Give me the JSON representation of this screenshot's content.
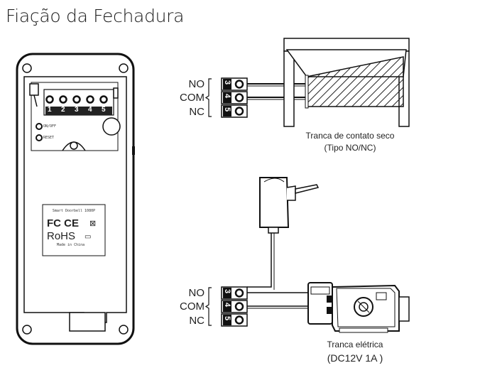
{
  "title": "Fiação da Fechadura",
  "device": {
    "terminal_numbers": [
      "1",
      "2",
      "3",
      "4",
      "5"
    ],
    "onoff_label": "ON/OFF",
    "reset_label": "RESET",
    "product_label": "Smart Doorbell 1080P",
    "fc_ce": "FC CE",
    "rohs": "RoHS",
    "made_in": "Made in China"
  },
  "dry_contact": {
    "terminals": [
      {
        "label": "NO",
        "number": "3"
      },
      {
        "label": "COM",
        "number": "4"
      },
      {
        "label": "NC",
        "number": "5"
      }
    ],
    "caption_line1": "Tranca de contato seco",
    "caption_line2": "(Tipo NO/NC)"
  },
  "electric_lock": {
    "terminals": [
      {
        "label": "NO",
        "number": "3"
      },
      {
        "label": "COM",
        "number": "4"
      },
      {
        "label": "NC",
        "number": "5"
      }
    ],
    "caption_line1": "Tranca elétrica",
    "caption_line2": "(DC12V 1A )"
  }
}
